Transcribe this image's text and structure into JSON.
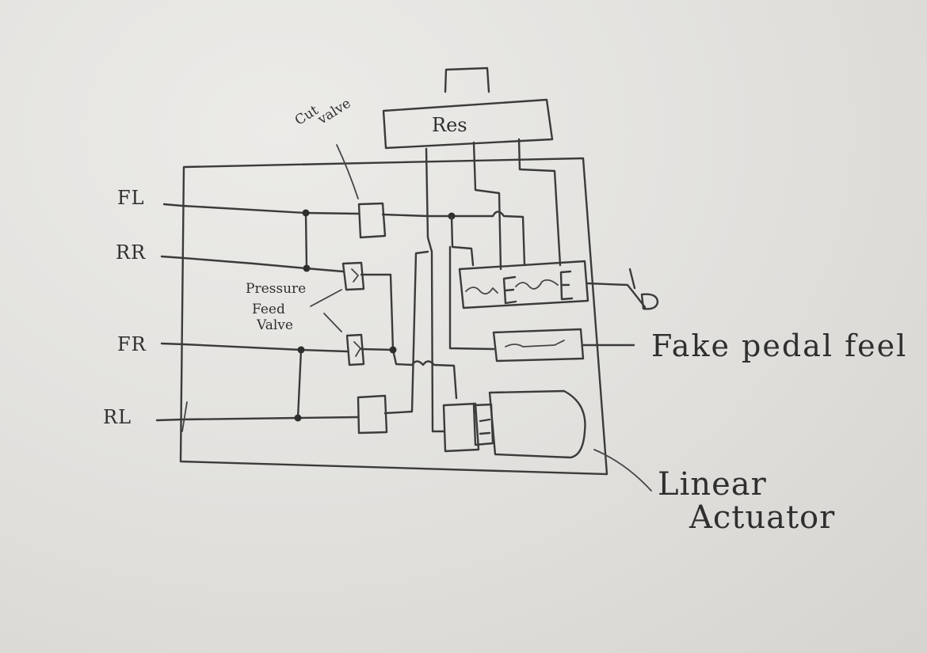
{
  "diagram": {
    "ports": {
      "fl": "FL",
      "rr": "RR",
      "fr": "FR",
      "rl": "RL"
    },
    "reservoir_label": "Res",
    "cut_valve_label_line1": "Cut",
    "cut_valve_label_line2": "valve",
    "pressure_feed_line1": "Pressure",
    "pressure_feed_line2": "Feed",
    "pressure_feed_line3": "Valve",
    "fake_pedal_feel_label": "Fake pedal feel",
    "linear_actuator_line1": "Linear",
    "linear_actuator_line2": "Actuator"
  }
}
